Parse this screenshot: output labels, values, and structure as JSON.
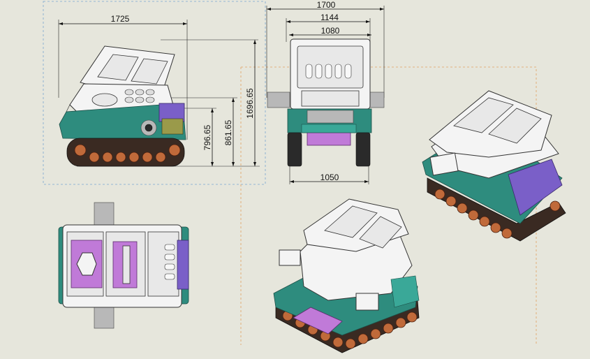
{
  "dimensions": {
    "side_length": "1725",
    "side_height_total": "1696.65",
    "side_height_mid": "861.65",
    "side_height_low": "796.65",
    "front_width_total": "1700",
    "front_width_mid": "1144",
    "front_width_inner": "1080",
    "front_track_width": "1050"
  },
  "colors": {
    "background": "#e6e6dc",
    "body_teal": "#2e8c7e",
    "accent_purple": "#7a5fc8",
    "accent_magenta": "#c07ad8",
    "wheel_orange": "#c06a3a",
    "guide_blue": "#7aa6d0",
    "guide_orange": "#e0a060"
  }
}
